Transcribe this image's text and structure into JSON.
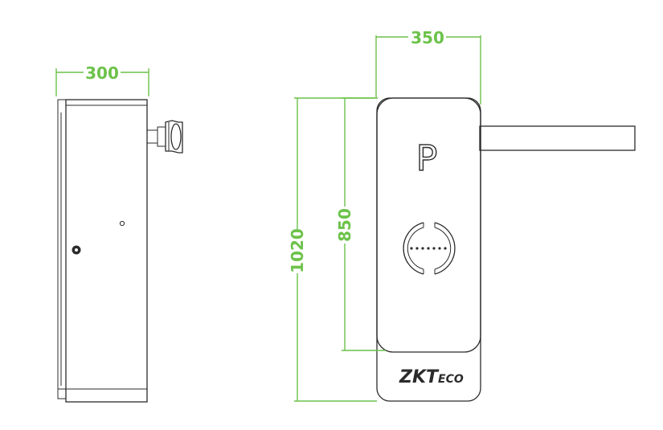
{
  "dimensions": {
    "side_width": "300",
    "front_width": "350",
    "total_height": "1020",
    "body_height": "850"
  },
  "front_panel": {
    "parking_symbol": "P",
    "brand_main": "ZKT",
    "brand_suffix": "ECO"
  },
  "colors": {
    "dimension_green": "#6cc24a",
    "outline": "#2b2b2b"
  }
}
